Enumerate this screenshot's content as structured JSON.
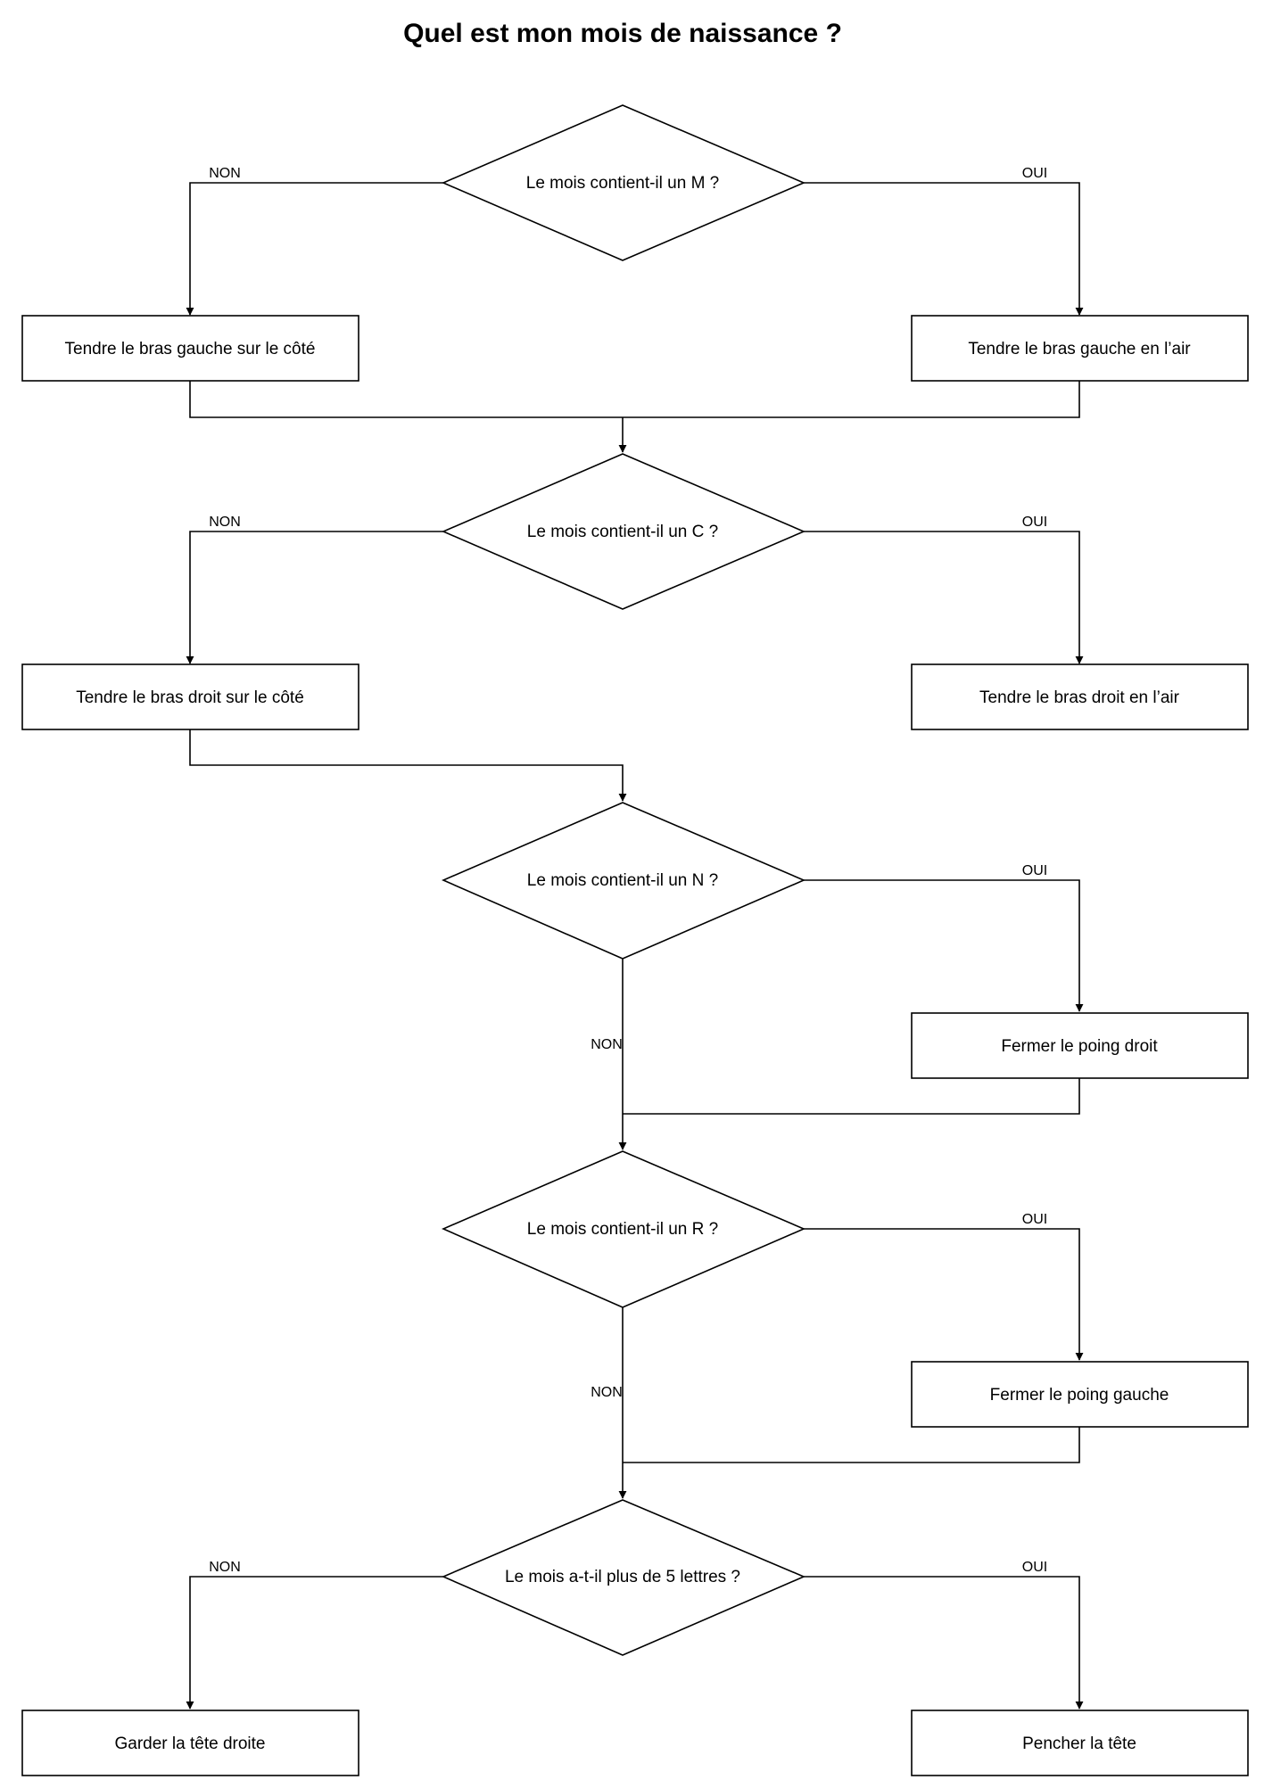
{
  "title": "Quel est mon mois de naissance ?",
  "decisions": {
    "m": "Le mois contient-il un M ?",
    "c": "Le mois contient-il un C ?",
    "n": "Le mois contient-il un N ?",
    "r": "Le mois contient-il un R ?",
    "len": "Le mois a-t-il plus de 5 lettres ?"
  },
  "actions": {
    "left_arm_side": "Tendre le bras gauche sur le côté",
    "left_arm_up": "Tendre le bras gauche en l’air",
    "right_arm_side": "Tendre le bras droit sur le côté",
    "right_arm_up": "Tendre le bras droit en l’air",
    "right_fist": "Fermer le poing droit",
    "left_fist": "Fermer le poing gauche",
    "head_straight": "Garder la tête droite",
    "head_tilt": "Pencher la tête"
  },
  "labels": {
    "no": "NON",
    "yes": "OUI"
  }
}
